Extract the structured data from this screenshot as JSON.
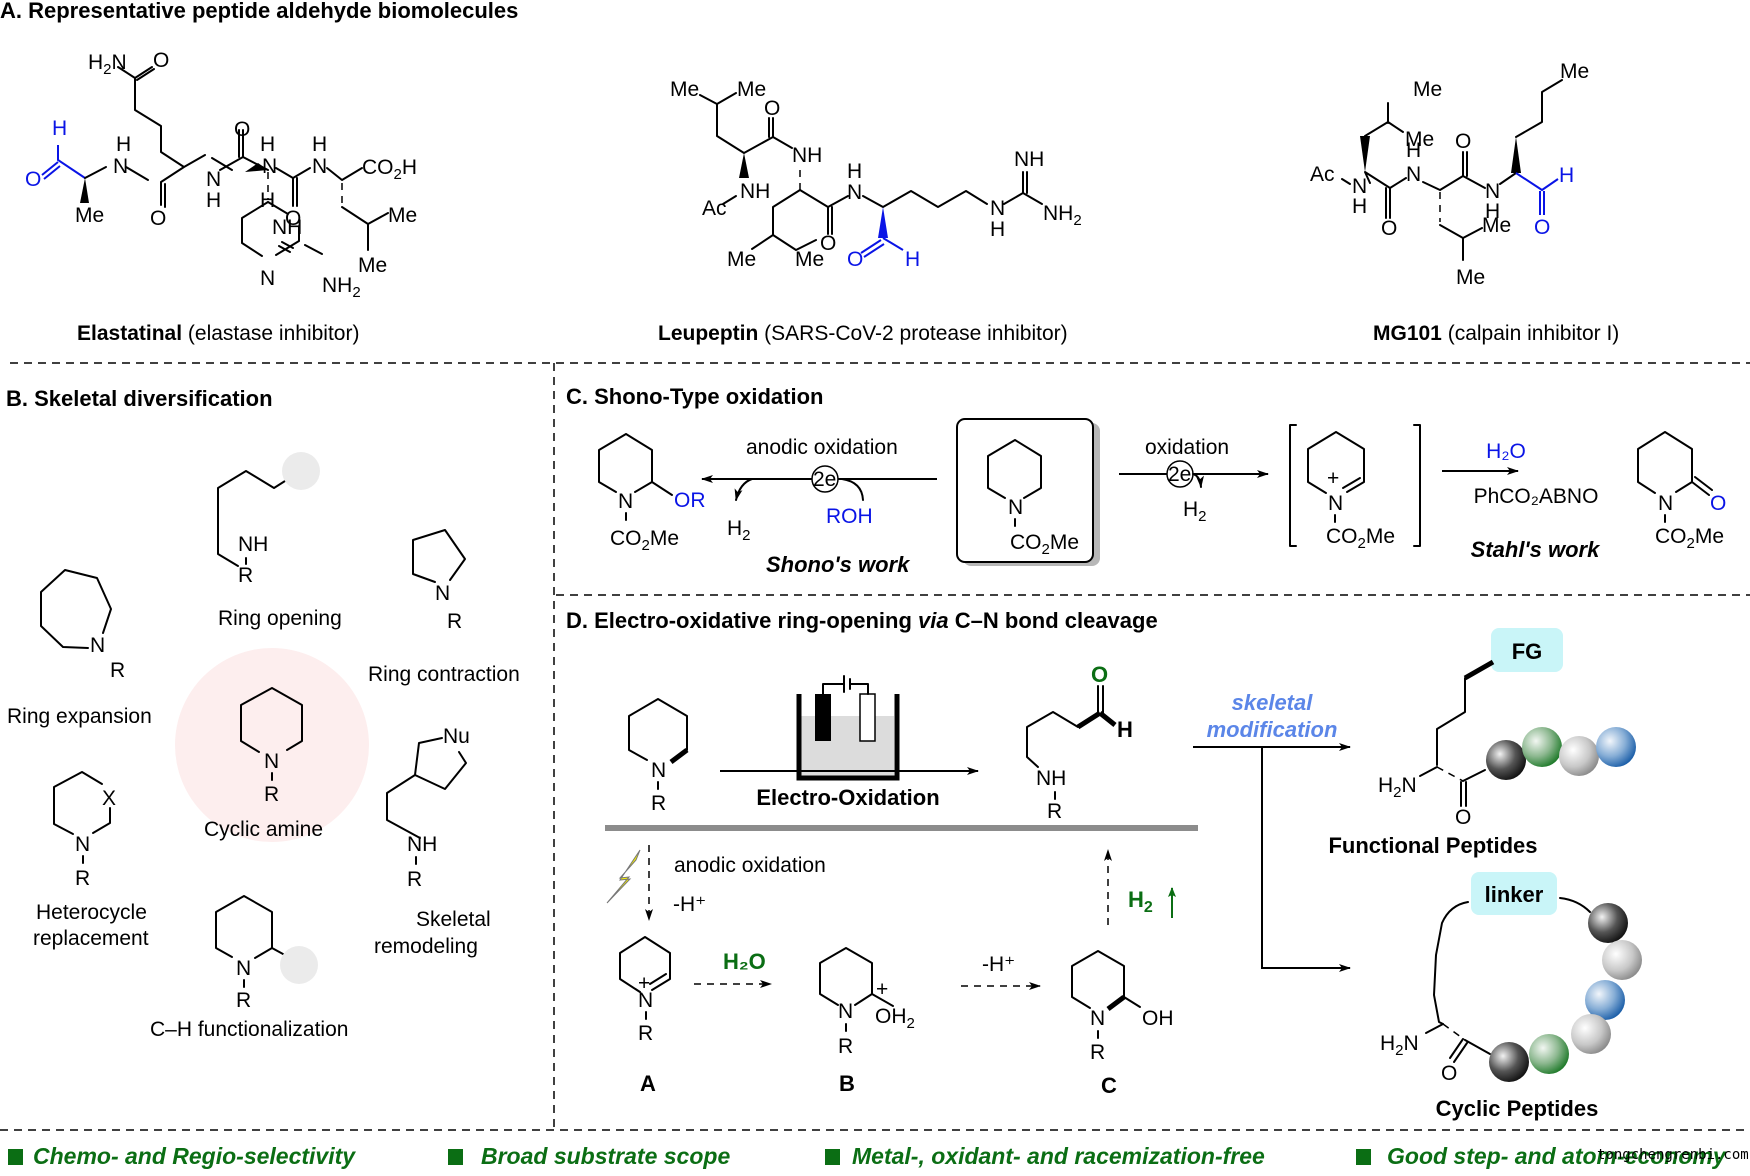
{
  "panels": {
    "A": {
      "title": "A. Representative peptide aldehyde biomolecules",
      "molecules": [
        {
          "name": "Elastatinal",
          "desc": "(elastase inhibitor)"
        },
        {
          "name": "Leupeptin",
          "desc": "(SARS-CoV-2 protease inhibitor)"
        },
        {
          "name": "MG101",
          "desc": "(calpain inhibitor I)"
        }
      ]
    },
    "B": {
      "title": "B. Skeletal diversification",
      "center": "Cyclic amine",
      "labels": {
        "ring_opening": "Ring opening",
        "ring_contraction": "Ring contraction",
        "ring_expansion": "Ring expansion",
        "heterocycle_1": "Heterocycle",
        "heterocycle_2": "replacement",
        "skeletal_1": "Skeletal",
        "skeletal_2": "remodeling",
        "ch_func": "C–H functionalization"
      }
    },
    "C": {
      "title": "C. Shono-Type oxidation",
      "left_arrow_label": "anodic oxidation",
      "right_arrow_label": "oxidation",
      "electrons": "2e",
      "roh": "ROH",
      "h2": "H₂",
      "shono": "Shono's work",
      "stahl": "Stahl's work",
      "water": "H₂O",
      "reagent": "PhCO₂ABNO"
    },
    "D": {
      "title_pre": "D. Electro-oxidative ring-opening ",
      "title_via": "via",
      "title_post": " C–N bond cleavage",
      "electro": "Electro-Oxidation",
      "skeletal_1": "skeletal",
      "skeletal_2": "modification",
      "anodic": "anodic oxidation",
      "minus_h": "-H⁺",
      "water": "H₂O",
      "h2": "H₂",
      "intermediates": [
        "A",
        "B",
        "C"
      ],
      "fg": "FG",
      "linker": "linker",
      "functional": "Functional Peptides",
      "cyclic": "Cyclic Peptides"
    }
  },
  "atoms": {
    "N": "N",
    "R": "R",
    "NH": "NH",
    "H": "H",
    "O": "O",
    "Me": "Me",
    "Ac": "Ac",
    "X": "X",
    "Nu": "Nu",
    "OR": "OR",
    "OH": "OH",
    "NH2": "NH₂",
    "H2N": "H₂N",
    "CO2H": "CO₂H",
    "CO2Me": "CO₂Me",
    "OH2": "OH₂",
    "plus": "+"
  },
  "features": [
    "Chemo- and Regio-selectivity",
    "Broad substrate scope",
    "Metal-, oxidant- and racemization-free",
    "Good step- and atom-economy"
  ],
  "watermark": "tongchengrenbi.com",
  "colors": {
    "accent_blue": "#0a14e6",
    "accent_green": "#0b6e14",
    "light_blue_label": "#5b86e8",
    "highlight_pink": "#fdeeee",
    "tag_cyan": "#c9f5f8"
  }
}
